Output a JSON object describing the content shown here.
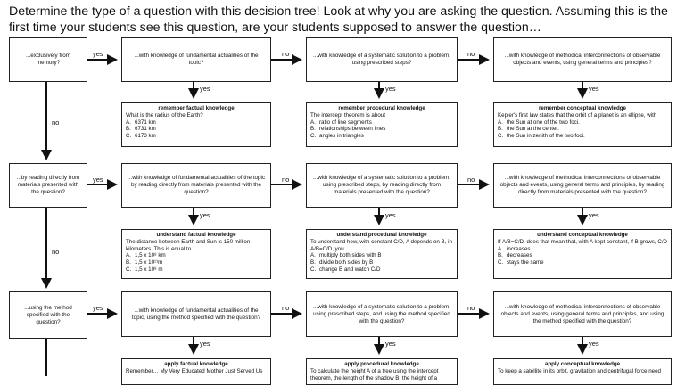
{
  "title": "Determine the type of a question with this decision tree! Look at why you are asking the question. Assuming this is the first time your students see this question, are your students supposed to answer the question…",
  "labels": {
    "yes": "yes",
    "no": "no"
  },
  "rows": [
    {
      "q0": "...exclusively from memory?",
      "q1": "...with knowledge of fundamental actualities of the topic?",
      "q2": "...with knowledge of a systematic solution to a problem, using prescribed steps?",
      "q3": "...with knowledge of methodical interconnections of observable objects and events, using general terms and principles?",
      "ex1": {
        "heading": "remember factual knowledge",
        "text": "What is the radius of the Earth?",
        "options": [
          {
            "l": "A.",
            "t": "6371 km"
          },
          {
            "l": "B.",
            "t": "6731 km"
          },
          {
            "l": "C.",
            "t": "6173 km"
          }
        ]
      },
      "ex2": {
        "heading": "remember procedural knowledge",
        "text": "The intercept theorem is about",
        "options": [
          {
            "l": "A.",
            "t": "ratio of line segments"
          },
          {
            "l": "B.",
            "t": "relationships between lines"
          },
          {
            "l": "C.",
            "t": "angles in triangles"
          }
        ]
      },
      "ex3": {
        "heading": "remember conceptual knowledge",
        "text": "Kepler's first law states that the orbit of a planet is an ellipse, with",
        "options": [
          {
            "l": "A.",
            "t": "the Sun at one of the two foci."
          },
          {
            "l": "B.",
            "t": "the Sun at the center."
          },
          {
            "l": "C.",
            "t": "the Sun in zenith of the two foci."
          }
        ]
      }
    },
    {
      "q0": "...by reading directly from materials presented with the question?",
      "q1": "...with knowledge of fundamental actualities of the topic by reading directly from materials presented with the question?",
      "q2": "...with knowledge of a systematic solution to a problem, using prescribed steps, by reading directly from materials presented with the question?",
      "q3": "...with knowledge of methodical interconnections of observable objects and events, using general terms and principles, by reading directly from materials presented with the question?",
      "ex1": {
        "heading": "understand factual knowledge",
        "text": "The distance between Earth and Sun is 150 million kilometers. This is equal to",
        "options": [
          {
            "l": "A.",
            "t": "1,5 x 10⁸ km"
          },
          {
            "l": "B.",
            "t": "1,5 x 10¹¹m"
          },
          {
            "l": "C.",
            "t": "1,5 x 10⁸ m"
          }
        ]
      },
      "ex2": {
        "heading": "understand procedural knowledge",
        "text": "To understand how, with constant C/D, A depends on B, in A/B=C/D, you",
        "options": [
          {
            "l": "A.",
            "t": "multiply both sides with B"
          },
          {
            "l": "B.",
            "t": "divide both sides by B"
          },
          {
            "l": "C.",
            "t": "change B and watch C/D"
          }
        ]
      },
      "ex3": {
        "heading": "understand conceptual knowledge",
        "text": "If A/B=C/D, does that mean that, with A kept constant, if B grows, C/D",
        "options": [
          {
            "l": "A.",
            "t": "increases"
          },
          {
            "l": "B.",
            "t": "decreases"
          },
          {
            "l": "C.",
            "t": "stays the same"
          }
        ]
      }
    },
    {
      "q0": "...using the method specified with the question?",
      "q1": "...with knowledge of fundamental actualities of the topic, using the method specified with the question?",
      "q2": "...with knowledge of a systematic solution to a problem, using prescribed steps, and using the method specified with the question?",
      "q3": "...with knowledge of methodical interconnections of observable objects and events, using general terms and principles, and using the method specified with the question?",
      "ex1": {
        "heading": "apply factual knowledge",
        "text": "Remember… My Very Educated Mother Just Served Us",
        "options": []
      },
      "ex2": {
        "heading": "apply procedural knowledge",
        "text": "To calculate the height A of a tree using the intercept theorem, the length of the shadow B, the height of a",
        "options": []
      },
      "ex3": {
        "heading": "apply conceptual knowledge",
        "text": "To keep a satellite in its orbit, gravitation and centrifugal force need",
        "options": []
      }
    }
  ]
}
